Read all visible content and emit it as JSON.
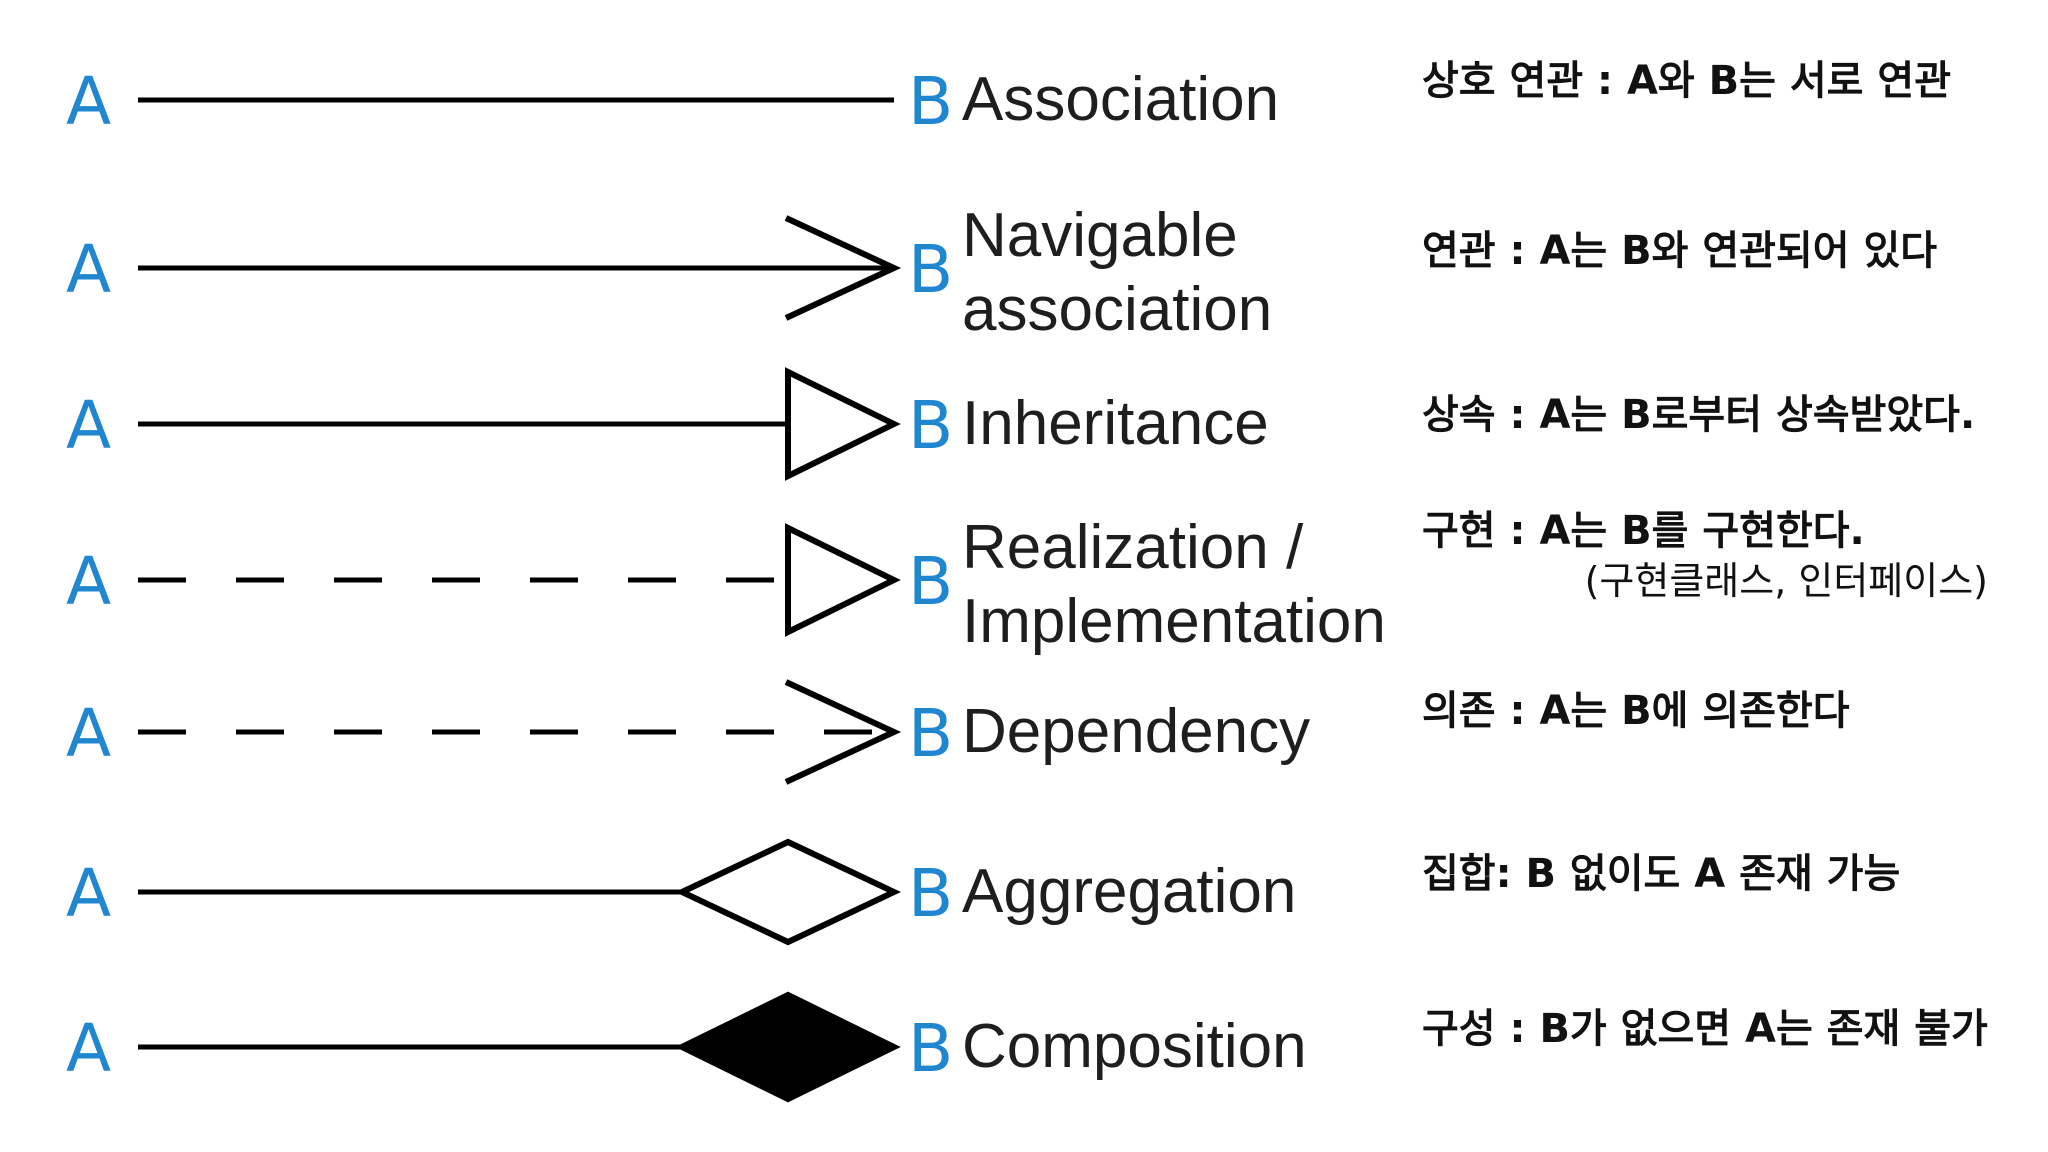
{
  "diagram": {
    "relations": [
      {
        "kind": "association",
        "source": "A",
        "target": "B",
        "name": [
          "Association"
        ],
        "description": [
          "상호 연관 : A와 B는 서로 연관"
        ]
      },
      {
        "kind": "navigable-association",
        "source": "A",
        "target": "B",
        "name": [
          "Navigable",
          "association"
        ],
        "description": [
          "연관 : A는 B와 연관되어 있다"
        ]
      },
      {
        "kind": "inheritance",
        "source": "A",
        "target": "B",
        "name": [
          "Inheritance"
        ],
        "description": [
          "상속 : A는 B로부터 상속받았다."
        ]
      },
      {
        "kind": "realization",
        "source": "A",
        "target": "B",
        "name": [
          "Realization /",
          "Implementation"
        ],
        "description": [
          "구현 : A는 B를 구현한다."
        ],
        "description_note": "(구현클래스, 인터페이스)"
      },
      {
        "kind": "dependency",
        "source": "A",
        "target": "B",
        "name": [
          "Dependency"
        ],
        "description": [
          "의존 : A는 B에 의존한다"
        ]
      },
      {
        "kind": "aggregation",
        "source": "A",
        "target": "B",
        "name": [
          "Aggregation"
        ],
        "description": [
          "집합: B 없이도 A 존재 가능"
        ]
      },
      {
        "kind": "composition",
        "source": "A",
        "target": "B",
        "name": [
          "Composition"
        ],
        "description": [
          "구성 : B가 없으면 A는 존재 불가"
        ]
      }
    ]
  }
}
